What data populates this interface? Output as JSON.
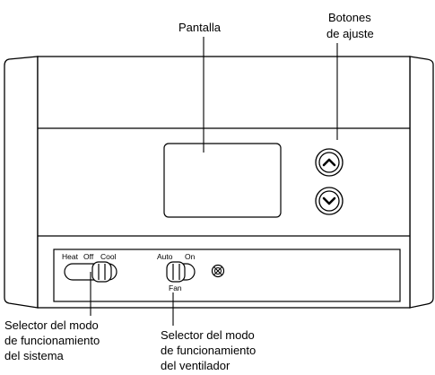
{
  "callouts": {
    "display": "Pantalla",
    "adjust_line1": "Botones",
    "adjust_line2": "de ajuste",
    "system_line1": "Selector del modo",
    "system_line2": "de funcionamiento",
    "system_line3": "del sistema",
    "fan_line1": "Selector del modo",
    "fan_line2": "de funcionamiento",
    "fan_line3": "del ventilador"
  },
  "system_switch": {
    "heat": "Heat",
    "off": "Off",
    "cool": "Cool"
  },
  "fan_switch": {
    "auto": "Auto",
    "on": "On",
    "fan": "Fan"
  },
  "buttons": {
    "up": "chevron-up-icon",
    "down": "chevron-down-icon"
  }
}
